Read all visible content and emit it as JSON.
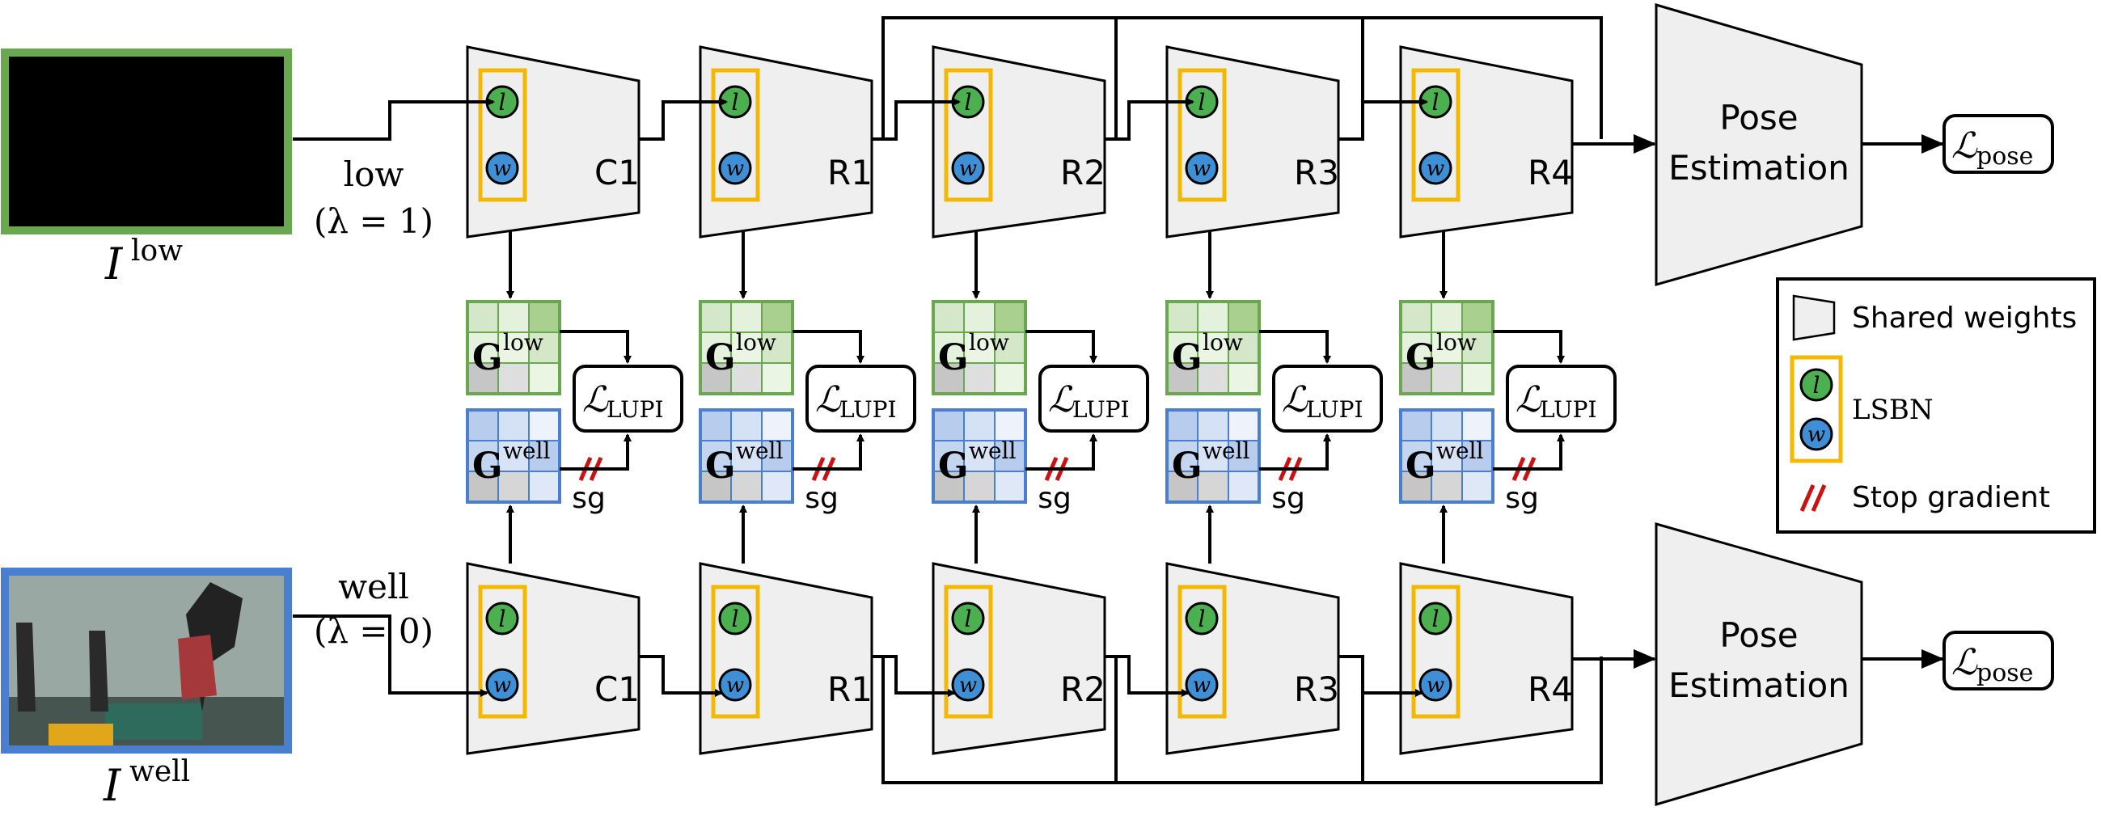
{
  "inputs": {
    "low": {
      "name": "I",
      "sup": "low",
      "label": "low",
      "lambda": "(λ = 1)",
      "frame_color": "#6aa84f"
    },
    "well": {
      "name": "I",
      "sup": "well",
      "label": "well",
      "lambda": "(λ = 0)",
      "frame_color": "#4a7fd0"
    }
  },
  "blocks": [
    "C1",
    "R1",
    "R2",
    "R3",
    "R4"
  ],
  "lsbn": {
    "l_symbol": "l",
    "w_symbol": "w",
    "l_color": "#4caf50",
    "w_color": "#3f8fd6",
    "frame_color": "#f5b800"
  },
  "gram": {
    "low": {
      "symbol": "G",
      "sup": "low",
      "color": "#6aa84f"
    },
    "well": {
      "symbol": "G",
      "sup": "well",
      "color": "#4a7fd0"
    }
  },
  "loss_lupi": {
    "symbol": "ℒ",
    "sub": "LUPI"
  },
  "stop_gradient_label": "sg",
  "pose": {
    "line1": "Pose",
    "line2": "Estimation",
    "loss_symbol": "ℒ",
    "loss_sub": "pose"
  },
  "legend": {
    "shared_weights": "Shared weights",
    "lsbn": "LSBN",
    "stop_gradient": "Stop gradient"
  },
  "colors": {
    "stop_gradient": "#cc1111",
    "block_fill": "#efefef"
  }
}
